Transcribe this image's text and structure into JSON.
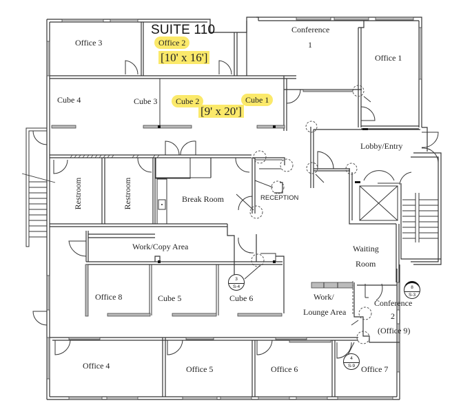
{
  "suite": {
    "title": "SUITE 110"
  },
  "highlighted": {
    "office2": {
      "label": "Office 2",
      "dimensions": "[10' x 16']"
    },
    "cubes": {
      "labels": [
        "Cube 2",
        "Cube 1"
      ],
      "dimensions": "[9' x 20']"
    },
    "highlight_color": "#fbe96a"
  },
  "rooms": {
    "office1": "Office 1",
    "office3": "Office 3",
    "office4": "Office 4",
    "office5": "Office 5",
    "office6": "Office 6",
    "office7": "Office 7",
    "office8": "Office 8",
    "conference1_line1": "Conference",
    "conference1_line2": "1",
    "conference2_line1": "Conference",
    "conference2_line2": "2",
    "conference2_line3": "(Office 9)",
    "cube3": "Cube 3",
    "cube4": "Cube 4",
    "cube5": "Cube 5",
    "cube6": "Cube 6",
    "restroom_a": "Restroom",
    "restroom_b": "Restroom",
    "break_room": "Break Room",
    "reception": "RECEPTION",
    "lobby": "Lobby/Entry",
    "waiting_line1": "Waiting",
    "waiting_line2": "Room",
    "work_copy": "Work/Copy Area",
    "lounge_line1": "Work/",
    "lounge_line2": "Lounge Area"
  },
  "detail_tags": [
    {
      "number": "3",
      "sheet": "S-4"
    },
    {
      "number": "4",
      "sheet": "S-9"
    },
    {
      "number": "8",
      "sheet": "S-3"
    }
  ]
}
